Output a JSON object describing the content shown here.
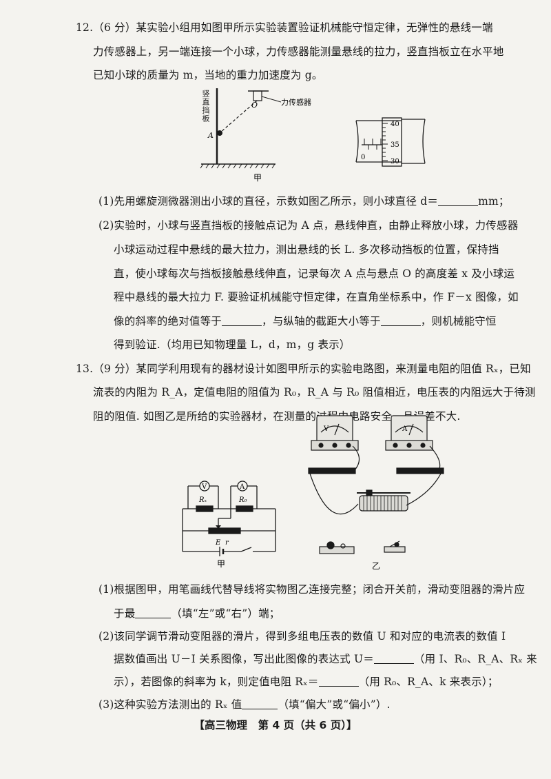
{
  "q12": {
    "l1": "12.（6 分）某实验小组用如图甲所示实验装置验证机械能守恒定律，无弹性的悬线一端",
    "l2": "力传感器上，另一端连接一个小球，力传感器能测量悬线的拉力，竖直挡板立在水平地",
    "l3": "已知小球的质量为 m，当地的重力加速度为 g。",
    "fig_a": {
      "board_label": "竖直挡板",
      "point_a": "A",
      "point_o": "O",
      "sensor_label": "力传感器",
      "caption": "甲"
    },
    "fig_b": {
      "scale_40": "40",
      "scale_35": "35",
      "scale_30": "30",
      "main_zero": "0"
    },
    "s1_a": "(1)先用螺旋测微器测出小球的直径，示数如图乙所示，则小球直径 d＝",
    "s1_b": "mm；",
    "s2_1": "(2)实验时，小球与竖直挡板的接触点记为 A 点，悬线伸直，由静止释放小球，力传感器",
    "s2_2": "小球运动过程中悬线的最大拉力，测出悬线的长 L. 多次移动挡板的位置，保持挡",
    "s2_3": "直，使小球每次与挡板接触悬线伸直，记录每次 A 点与悬点 O 的高度差 x 及小球运",
    "s2_4": "程中悬线的最大拉力 F. 要验证机械能守恒定律，在直角坐标系中，作 F－x 图像，如",
    "s2_5a": "像的斜率的绝对值等于",
    "s2_5b": "，与纵轴的截距大小等于",
    "s2_5c": "，则机械能守恒",
    "s2_6": "得到验证.（均用已知物理量 L，d，m，g 表示）"
  },
  "q13": {
    "l1": "13.（9 分）某同学利用现有的器材设计如图甲所示的实验电路图，来测量电阻的阻值 Rₓ，已知",
    "l2": "流表的内阻为 R_A，定值电阻的阻值为 R₀，R_A 与 R₀ 阻值相近，电压表的内阻远大于待测",
    "l3": "阻的阻值. 如图乙是所给的实验器材，在测量的过程中电路安全，且误差不大.",
    "circuit": {
      "v": "V",
      "a": "A",
      "rx": "Rₓ",
      "r0": "R₀",
      "e": "E",
      "r": "r",
      "caption": "甲"
    },
    "equip": {
      "v": "V",
      "a": "A",
      "caption": "乙"
    },
    "s1_a": "(1)根据图甲，用笔画线代替导线将实物图乙连接完整；闭合开关前，滑动变阻器的滑片应",
    "s1_b": "于最",
    "s1_c": "（填“左”或“右”）端；",
    "s2_a": "(2)该同学调节滑动变阻器的滑片，得到多组电压表的数值 U 和对应的电流表的数值 I",
    "s2_b1": "据数值画出 U－I 关系图像，写出此图像的表达式 U＝",
    "s2_b2": "（用 I、R₀、R_A、Rₓ 来",
    "s2_c1": "示），若图像的斜率为 k，则定值电阻 Rₓ＝",
    "s2_c2": "（用 R₀、R_A、k 来表示）；",
    "s3_a": "(3)这种实验方法测出的 Rₓ 值",
    "s3_b": "（填“偏大”或“偏小”）."
  },
  "footer": "【高三物理　第 4 页（共 6 页）】"
}
